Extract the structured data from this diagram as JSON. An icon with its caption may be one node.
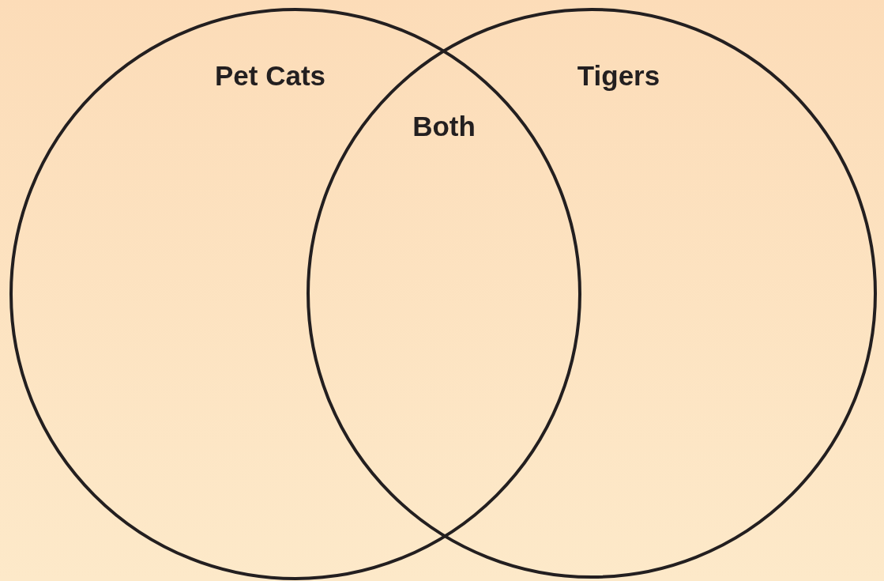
{
  "diagram": {
    "nodes": [
      {
        "text": [
          "Pet Cats"
        ]
      },
      {
        "text": [
          "Tigers"
        ]
      }
    ],
    "labels": [
      "Both"
    ]
  }
}
